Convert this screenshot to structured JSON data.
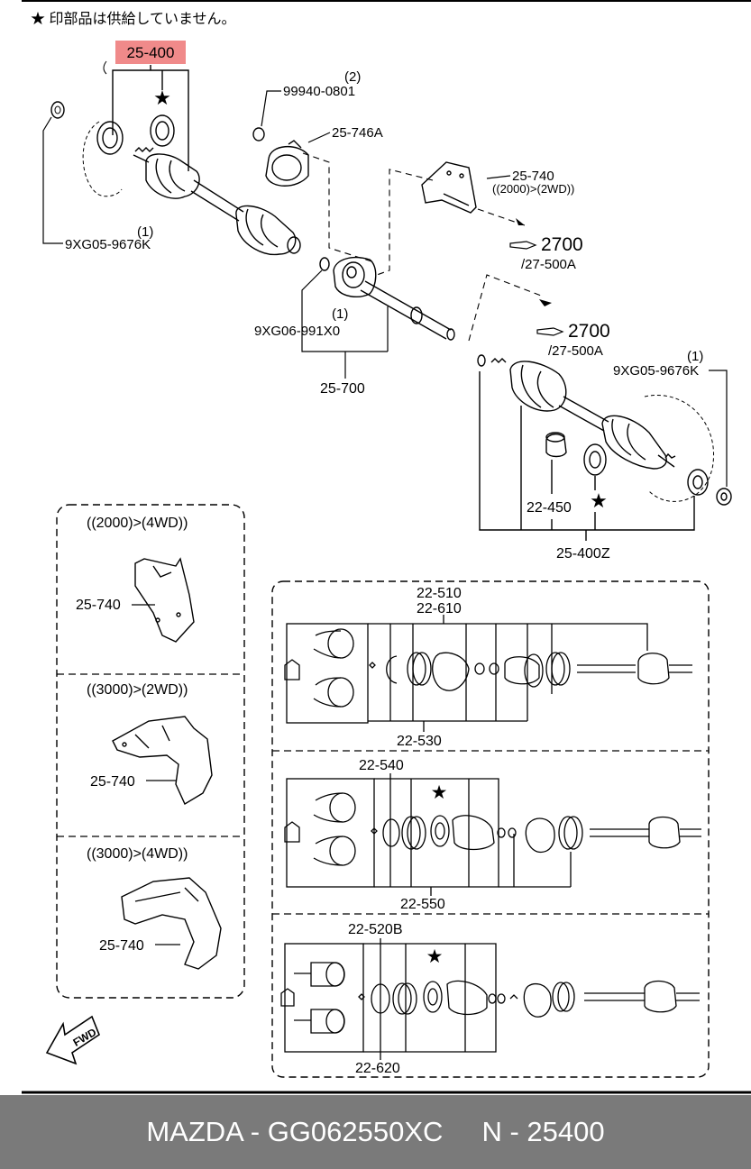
{
  "header": {
    "note": "★ 印部品は供給していません。"
  },
  "highlight_label": "25-400",
  "labels": {
    "p99940": "99940-0801",
    "p99940_qty": "(2)",
    "p25746a": "25-746A",
    "p25740": "25-740",
    "p25740_cond": "((2000)>(2WD))",
    "p2700_a": "2700",
    "p27500a_a": "/27-500A",
    "p2700_b": "2700",
    "p27500a_b": "/27-500A",
    "p9xg05_left_qty": "(1)",
    "p9xg05_left": "9XG05-9676K",
    "p9xg06_qty": "(1)",
    "p9xg06": "9XG06-991X0",
    "p25700": "25-700",
    "p9xg05_right_qty": "(1)",
    "p9xg05_right": "9XG05-9676K",
    "p22450": "22-450",
    "p25400z": "25-400Z"
  },
  "variants": [
    {
      "title": "((2000)>(4WD))",
      "label": "25-740"
    },
    {
      "title": "((3000)>(2WD))",
      "label": "25-740"
    },
    {
      "title": "((3000)>(4WD))",
      "label": "25-740"
    }
  ],
  "kits": {
    "k1_top_a": "22-510",
    "k1_top_b": "22-610",
    "k1_bottom": "22-530",
    "k2_top": "22-540",
    "k2_bottom": "22-550",
    "k3_top": "22-520B",
    "k3_bottom": "22-620"
  },
  "fwd_label": "FWD",
  "footer": {
    "text": "MAZDA - GG062550XC     N - 25400"
  },
  "colors": {
    "highlight": "#f08a8a",
    "footer_bg": "#7a7a7a",
    "footer_text": "#ffffff"
  }
}
